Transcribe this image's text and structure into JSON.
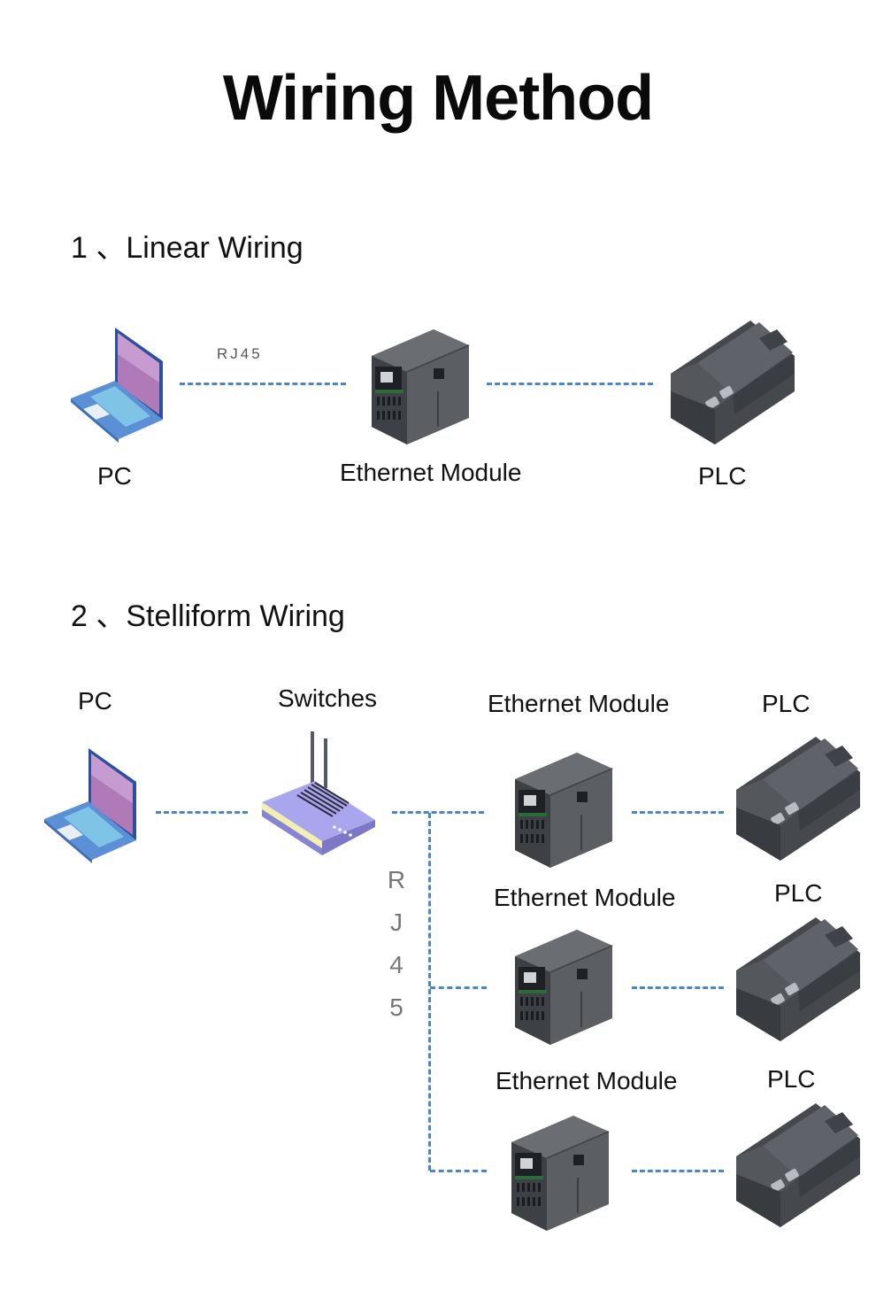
{
  "title": "Wiring Method",
  "colors": {
    "cable": "#4a86c8",
    "laptop_body": "#5b8fd6",
    "laptop_screen": "#b07ab8",
    "laptop_keyboard": "#7fc4e6",
    "router_body": "#a9a6ee",
    "router_stripe": "#f2efb0",
    "module_body": "#4a4d52",
    "plc_body": "#55585e"
  },
  "linear": {
    "heading": "1 、Linear Wiring",
    "cable_label": "RJ45",
    "nodes": [
      {
        "label": "PC",
        "icon": "laptop-icon"
      },
      {
        "label": "Ethernet Module",
        "icon": "ethernet-module-icon"
      },
      {
        "label": "PLC",
        "icon": "plc-icon"
      }
    ]
  },
  "star": {
    "heading": "2 、Stelliform Wiring",
    "pc_label": "PC",
    "switch_label": "Switches",
    "cable_label_letters": [
      "R",
      "J",
      "4",
      "5"
    ],
    "branches": [
      {
        "module_label": "Ethernet Module",
        "plc_label": "PLC"
      },
      {
        "module_label": "Ethernet Module",
        "plc_label": "PLC"
      },
      {
        "module_label": "Ethernet Module",
        "plc_label": "PLC"
      }
    ]
  }
}
